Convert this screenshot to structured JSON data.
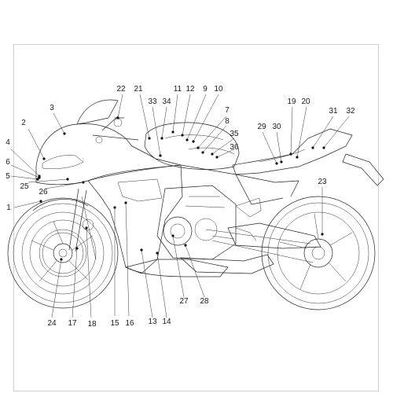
{
  "diagram": {
    "frame_color": "#cfcfcf",
    "line_color": "#222222",
    "callouts": [
      {
        "id": "c1",
        "label": "1"
      },
      {
        "id": "c2",
        "label": "2"
      },
      {
        "id": "c3",
        "label": "3"
      },
      {
        "id": "c4",
        "label": "4"
      },
      {
        "id": "c5",
        "label": "5"
      },
      {
        "id": "c6",
        "label": "6"
      },
      {
        "id": "c7",
        "label": "7"
      },
      {
        "id": "c8",
        "label": "8"
      },
      {
        "id": "c9",
        "label": "9"
      },
      {
        "id": "c10",
        "label": "10"
      },
      {
        "id": "c11",
        "label": "11"
      },
      {
        "id": "c12",
        "label": "12"
      },
      {
        "id": "c13",
        "label": "13"
      },
      {
        "id": "c14",
        "label": "14"
      },
      {
        "id": "c15",
        "label": "15"
      },
      {
        "id": "c16",
        "label": "16"
      },
      {
        "id": "c17",
        "label": "17"
      },
      {
        "id": "c18",
        "label": "18"
      },
      {
        "id": "c19",
        "label": "19"
      },
      {
        "id": "c20",
        "label": "20"
      },
      {
        "id": "c21",
        "label": "21"
      },
      {
        "id": "c22",
        "label": "22"
      },
      {
        "id": "c23",
        "label": "23"
      },
      {
        "id": "c24",
        "label": "24"
      },
      {
        "id": "c25",
        "label": "25"
      },
      {
        "id": "c26",
        "label": "26"
      },
      {
        "id": "c27",
        "label": "27"
      },
      {
        "id": "c28",
        "label": "28"
      },
      {
        "id": "c29",
        "label": "29"
      },
      {
        "id": "c30",
        "label": "30"
      },
      {
        "id": "c31",
        "label": "31"
      },
      {
        "id": "c32",
        "label": "32"
      },
      {
        "id": "c33",
        "label": "33"
      },
      {
        "id": "c34",
        "label": "34"
      },
      {
        "id": "c35",
        "label": "35"
      },
      {
        "id": "c36",
        "label": "36"
      }
    ]
  }
}
